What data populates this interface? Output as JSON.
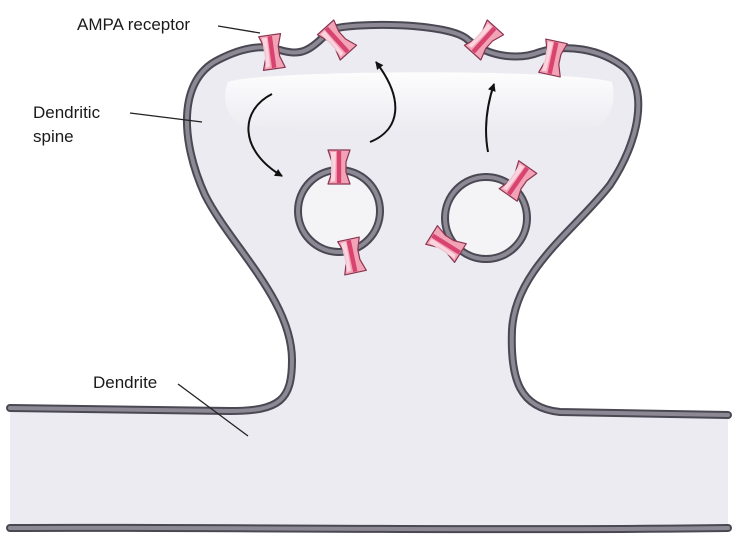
{
  "labels": {
    "ampa_receptor": "AMPA receptor",
    "dendritic_spine_line1": "Dendritic",
    "dendritic_spine_line2": "spine",
    "dendrite": "Dendrite"
  },
  "colors": {
    "background": "#ffffff",
    "cytoplasm": "#ebebf1",
    "highlight": "#f7f7fa",
    "membrane": "#6e6b77",
    "membrane_edge": "#4a4853",
    "receptor_fill": "#f3a3b6",
    "receptor_light": "#fbdde5",
    "receptor_core": "#d8436f",
    "receptor_outline": "#8a3550",
    "arrow": "#111111",
    "leader_line": "#222222"
  },
  "icons": {
    "receptor": "ampa-receptor-icon",
    "vesicle": "endosome-vesicle-icon",
    "arrow": "curved-arrow-icon"
  }
}
